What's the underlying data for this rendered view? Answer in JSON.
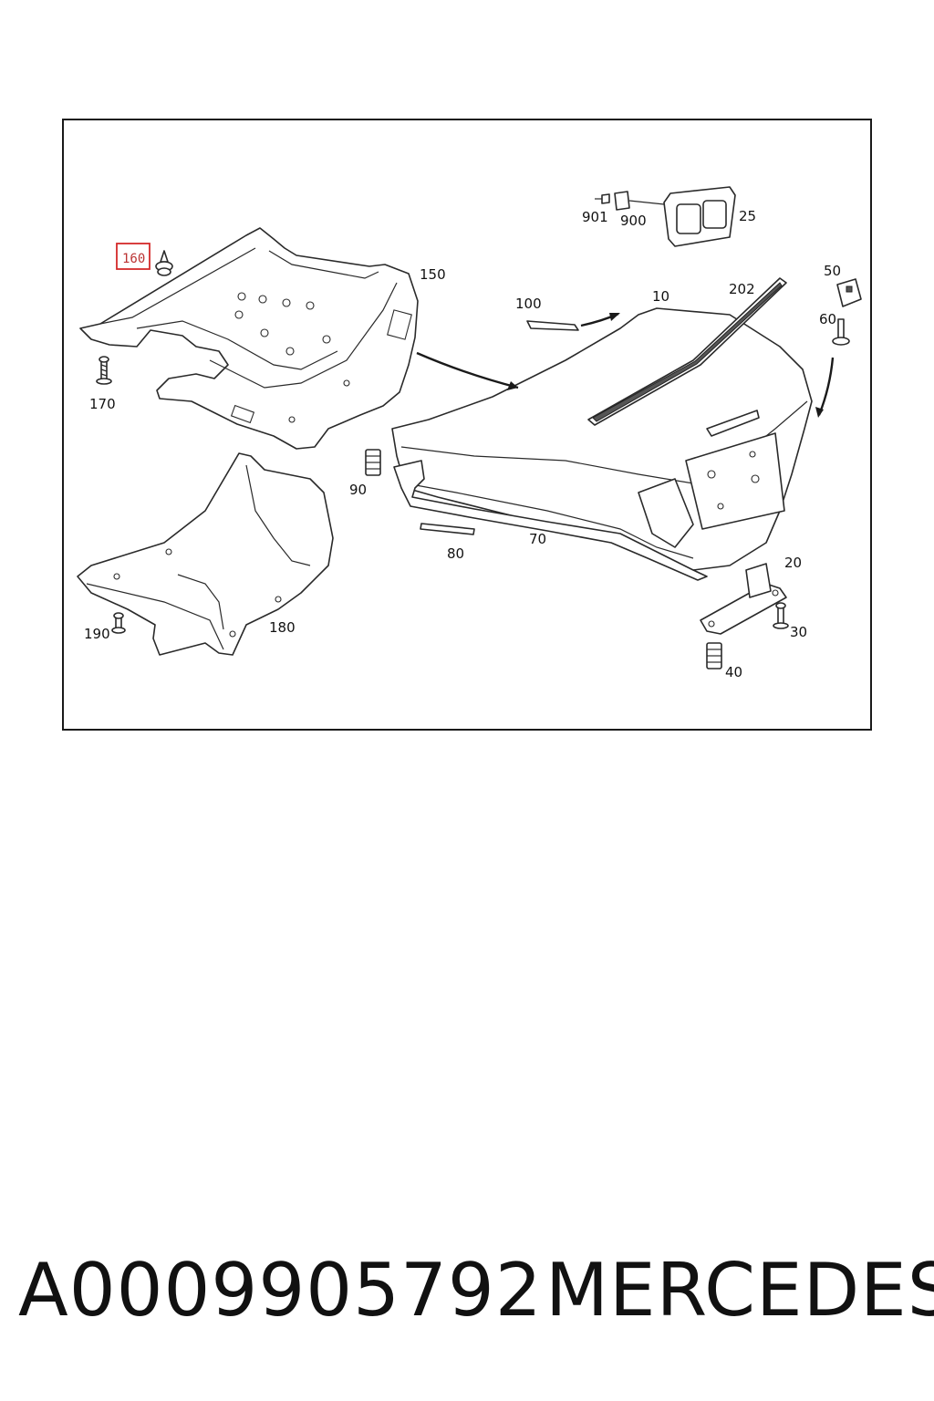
{
  "diagram": {
    "callouts": {
      "c160": "160",
      "c150": "150",
      "c170": "170",
      "c100": "100",
      "c10": "10",
      "c202": "202",
      "c901": "901",
      "c900": "900",
      "c25": "25",
      "c50": "50",
      "c60": "60",
      "c90": "90",
      "c80": "80",
      "c70": "70",
      "c20": "20",
      "c30": "30",
      "c40": "40",
      "c190": "190",
      "c180": "180"
    },
    "highlight_color": "#d42a2a"
  },
  "footer": {
    "part_number": "A0009905792",
    "brand": "MERCEDES"
  }
}
